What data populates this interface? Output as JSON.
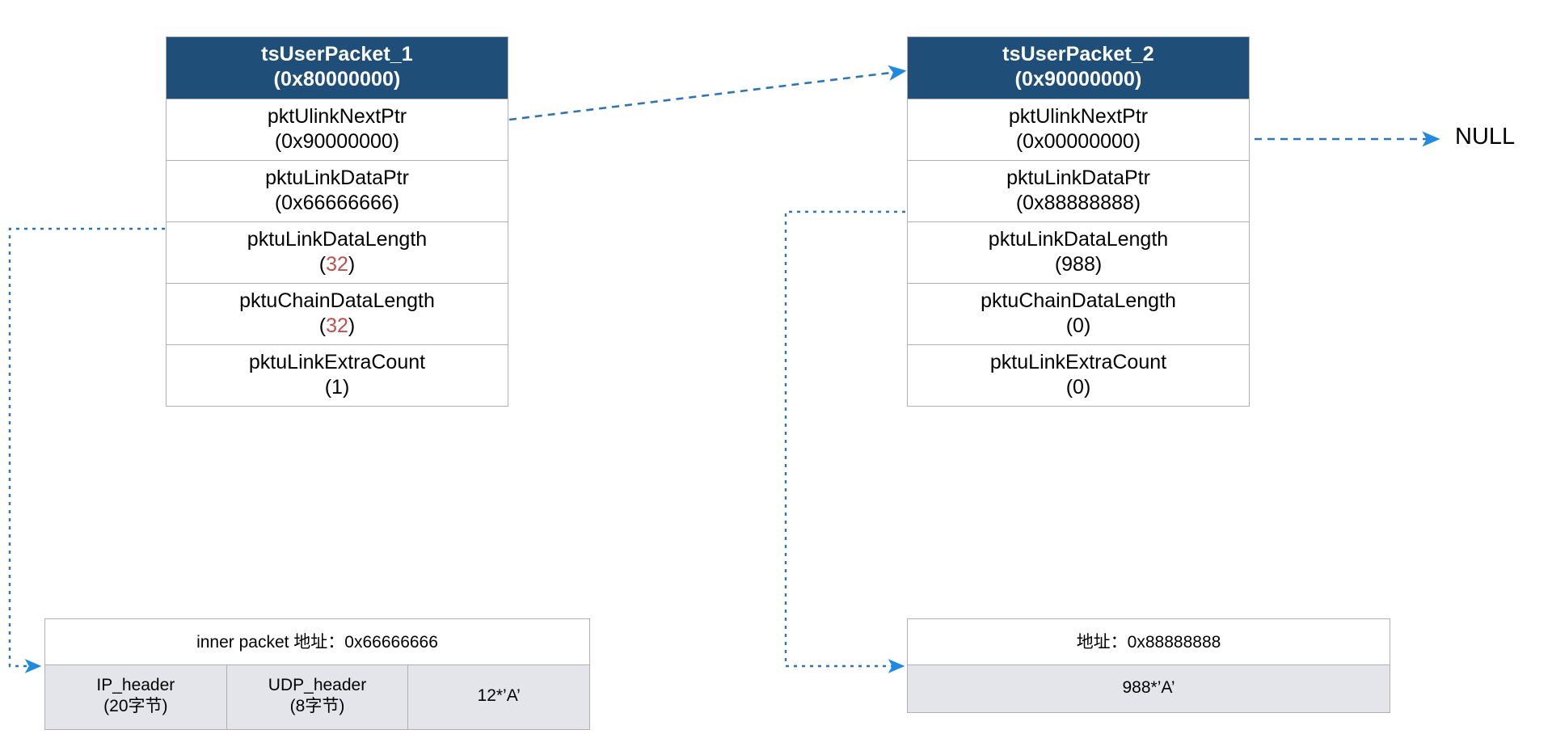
{
  "theme": {
    "header_bg": "#1f4e79",
    "header_fg": "#ffffff",
    "border": "#b0b0b0",
    "accent_red": "#c0504d",
    "wire_blue": "#2e75b6",
    "arrow_blue": "#1f8ae0",
    "segment_bg": "#e3e5ea"
  },
  "structs": [
    {
      "id": "tsUserPacket_1",
      "title": "tsUserPacket_1",
      "address": "(0x80000000)",
      "fields": [
        {
          "name": "pktUlinkNextPtr",
          "value": "(0x90000000)",
          "highlight": false
        },
        {
          "name": "pktuLinkDataPtr",
          "value": "(0x66666666)",
          "highlight": false
        },
        {
          "name": "pktuLinkDataLength",
          "value": "32",
          "highlight": true
        },
        {
          "name": "pktuChainDataLength",
          "value": "32",
          "highlight": true
        },
        {
          "name": "pktuLinkExtraCount",
          "value": "(1)",
          "highlight": false
        }
      ]
    },
    {
      "id": "tsUserPacket_2",
      "title": "tsUserPacket_2",
      "address": "(0x90000000)",
      "fields": [
        {
          "name": "pktUlinkNextPtr",
          "value": "(0x00000000)",
          "highlight": false
        },
        {
          "name": "pktuLinkDataPtr",
          "value": "(0x88888888)",
          "highlight": false
        },
        {
          "name": "pktuLinkDataLength",
          "value": "(988)",
          "highlight": false
        },
        {
          "name": "pktuChainDataLength",
          "value": "(0)",
          "highlight": false
        },
        {
          "name": "pktuLinkExtraCount",
          "value": "(0)",
          "highlight": false
        }
      ]
    }
  ],
  "buffers": [
    {
      "id": "inner-packet-buffer",
      "address_label": "inner packet 地址：0x66666666",
      "segments": [
        {
          "line1": "IP_header",
          "line2": "(20字节)"
        },
        {
          "line1": "UDP_header",
          "line2": "(8字节)"
        },
        {
          "line1": "12*’A’",
          "line2": ""
        }
      ]
    },
    {
      "id": "data-buffer",
      "address_label": "地址：0x88888888",
      "segments": [
        {
          "line1": "988*’A’",
          "line2": ""
        }
      ]
    }
  ],
  "labels": {
    "null_terminator": "NULL"
  }
}
